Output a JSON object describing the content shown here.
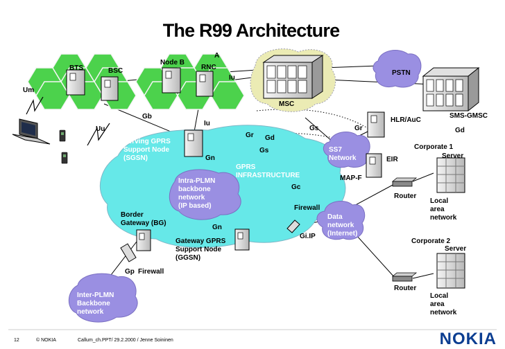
{
  "title": "The R99 Architecture",
  "labels": {
    "a": "A",
    "node_b": "Node B",
    "rnc": "RNC",
    "bts": "BTS",
    "bsc": "BSC",
    "iu_top": "Iu",
    "um": "Um",
    "msc": "MSC",
    "pstn": "PSTN",
    "sms_gmsc": "SMS-GMSC",
    "gd_right": "Gd",
    "hlr_auc": "HLR/AuC",
    "gb": "Gb",
    "iu_mid": "Iu",
    "uu": "Uu",
    "gs_top": "Gs",
    "gr_top": "Gr",
    "gr_mid": "Gr",
    "gd_mid": "Gd",
    "gs_mid": "Gs",
    "sgsn_1": "Serving GPRS",
    "sgsn_2": "Support Node",
    "sgsn_3": "(SGSN)",
    "gn_top": "Gn",
    "gprs_1": "GPRS",
    "gprs_2": "INFRASTRUCTURE",
    "intra_1": "Intra-PLMN",
    "intra_2": "backbone",
    "intra_3": "network",
    "intra_4": "(IP based)",
    "ss7_1": "SS7",
    "ss7_2": "Network",
    "eir": "EIR",
    "map_f": "MAP-F",
    "gc": "Gc",
    "corp1": "Corporate 1",
    "server1": "Server",
    "router1": "Router",
    "lan1_1": "Local",
    "lan1_2": "area",
    "lan1_3": "network",
    "firewall_mid": "Firewall",
    "data_1": "Data",
    "data_2": "network",
    "data_3": "(Internet)",
    "bg_1": "Border",
    "bg_2": "Gateway (BG)",
    "gn_bottom": "Gn",
    "ggsn_1": "Gateway GPRS",
    "ggsn_2": "Support Node",
    "ggsn_3": "(GGSN)",
    "gi_ip": "Gi.IP",
    "corp2": "Corporate 2",
    "server2": "Server",
    "gp": "Gp",
    "firewall_bottom": "Firewall",
    "inter_1": "Inter-PLMN",
    "inter_2": "Backbone",
    "inter_3": "network",
    "router2": "Router",
    "lan2_1": "Local",
    "lan2_2": "area",
    "lan2_3": "network"
  },
  "footer": {
    "page": "12",
    "copyright": "© NOKIA",
    "file": "Callum_ch.PPT/ 29.2.2000 / Jenne Soininen"
  },
  "logo": "NOKIA",
  "colors": {
    "cell_green": "#4cd24c",
    "cloud_cyan": "#66e8e8",
    "cloud_purple": "#9a8fe2",
    "msc_cloud": "#ebebb4",
    "logo_blue": "#0b3d91"
  }
}
